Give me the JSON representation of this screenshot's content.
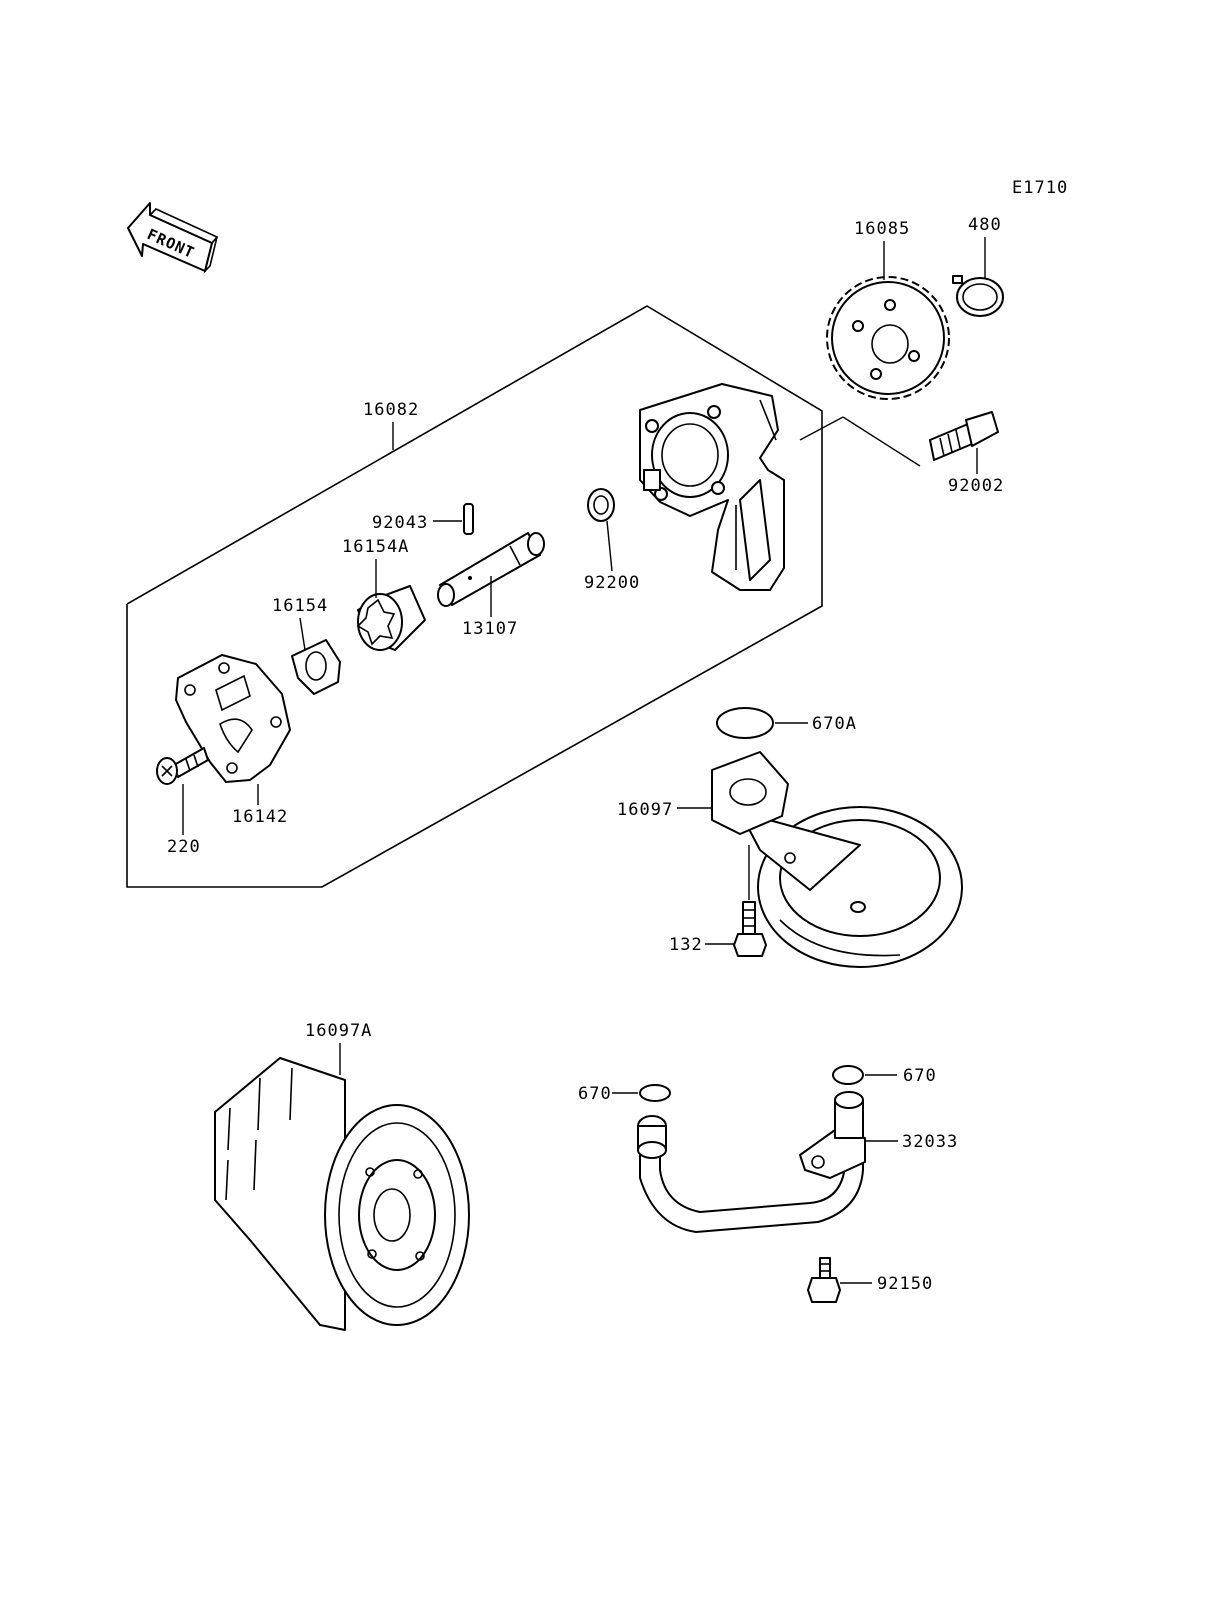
{
  "diagram_code": "E1710",
  "front_arrow_label": "FRONT",
  "parts": {
    "p16082": "16082",
    "p16085": "16085",
    "p480": "480",
    "p92002": "92002",
    "p92043": "92043",
    "p16154A": "16154A",
    "p16154": "16154",
    "p13107": "13107",
    "p92200": "92200",
    "p16142": "16142",
    "p220": "220",
    "p670A": "670A",
    "p16097": "16097",
    "p132": "132",
    "p16097A": "16097A",
    "p670_left": "670",
    "p670_right": "670",
    "p32033": "32033",
    "p92150": "92150"
  }
}
